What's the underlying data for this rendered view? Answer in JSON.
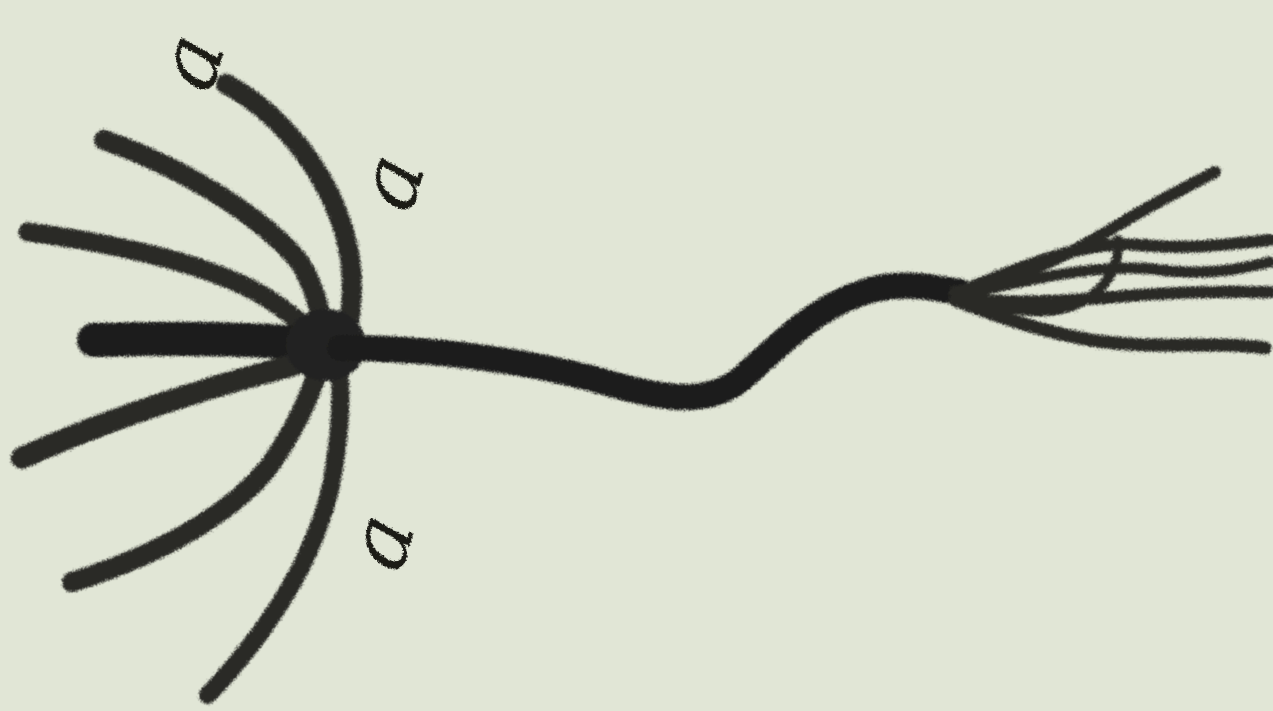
{
  "figure": {
    "labels": [
      {
        "id": "a1",
        "text": "a"
      },
      {
        "id": "a2",
        "text": "a"
      },
      {
        "id": "a3",
        "text": "a"
      }
    ],
    "colors": {
      "background": "#e1e6d6",
      "ink": "#1c1c19"
    }
  }
}
